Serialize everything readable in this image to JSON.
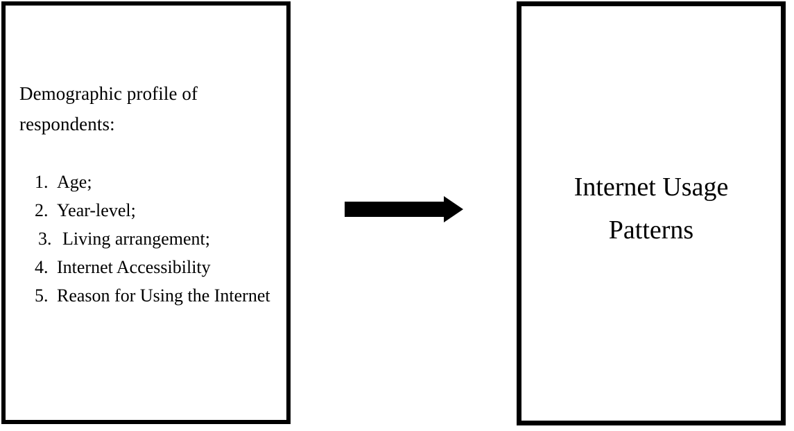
{
  "diagram": {
    "type": "flowchart",
    "colors": {
      "border": "#000000",
      "background": "#ffffff",
      "text": "#000000",
      "arrow": "#000000"
    },
    "input_box": {
      "heading": "Demographic profile of\nrespondents:",
      "items": [
        {
          "number": "1.",
          "label": "Age;"
        },
        {
          "number": "2.",
          "label": "Year-level;"
        },
        {
          "number": "3.",
          "label": "Living arrangement;"
        },
        {
          "number": "4.",
          "label": "Internet Accessibility"
        },
        {
          "number": "5.",
          "label": "Reason for Using the Internet"
        }
      ]
    },
    "arrow": {
      "icon": "right-arrow-icon",
      "direction": "right"
    },
    "output_box": {
      "title": "Internet Usage\nPatterns"
    }
  }
}
